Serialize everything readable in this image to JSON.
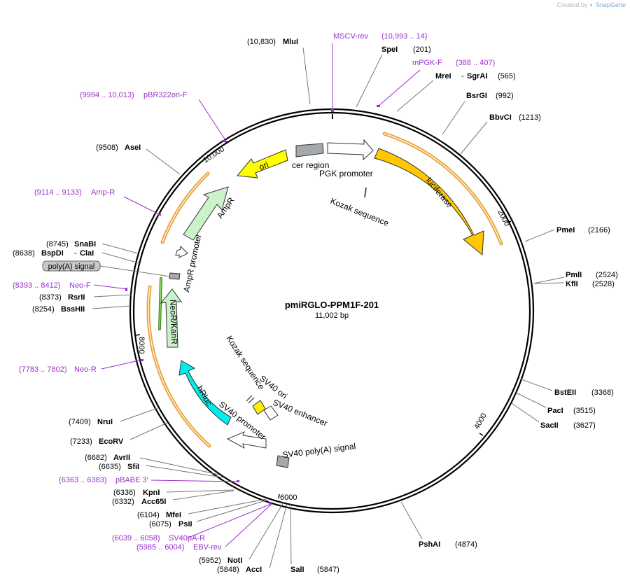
{
  "credit": {
    "prefix": "Created by",
    "brand": "SnapGene"
  },
  "plasmid": {
    "name": "pmiRGLO-PPM1F-201",
    "size": "11,002 bp"
  },
  "ticks": {
    "t10000": "10,000",
    "t2000": "2000",
    "t4000": "4000",
    "t6000": "6000",
    "t8000": "8000"
  },
  "enzymes_left": [
    {
      "pos": "(10,830)",
      "name": "MluI"
    },
    {
      "pos": "(9508)",
      "name": "AseI"
    },
    {
      "pos": "(8745)",
      "name": "SnaBI"
    },
    {
      "pos": "(8638)",
      "name": "BspDI",
      "extra": "ClaI"
    },
    {
      "pos": "(8373)",
      "name": "RsrII"
    },
    {
      "pos": "(8254)",
      "name": "BssHII"
    },
    {
      "pos": "(7409)",
      "name": "NruI"
    },
    {
      "pos": "(7233)",
      "name": "EcoRV"
    },
    {
      "pos": "(6682)",
      "name": "AvrII"
    },
    {
      "pos": "(6635)",
      "name": "SfiI"
    },
    {
      "pos": "(6336)",
      "name": "KpnI"
    },
    {
      "pos": "(6332)",
      "name": "Acc65I"
    },
    {
      "pos": "(6104)",
      "name": "MfeI"
    },
    {
      "pos": "(6075)",
      "name": "PsiI"
    },
    {
      "pos": "(5952)",
      "name": "NotI"
    },
    {
      "pos": "(5848)",
      "name": "AccI"
    }
  ],
  "enzymes_right": [
    {
      "name": "SpeI",
      "pos": "(201)"
    },
    {
      "name": "MreI",
      "extra": "SgrAI",
      "pos": "(565)"
    },
    {
      "name": "BsrGI",
      "pos": "(992)"
    },
    {
      "name": "BbvCI",
      "pos": "(1213)"
    },
    {
      "name": "PmeI",
      "pos": "(2166)"
    },
    {
      "name": "PmlI",
      "pos": "(2524)"
    },
    {
      "name": "KflI",
      "pos": "(2528)"
    },
    {
      "name": "BstEII",
      "pos": "(3368)"
    },
    {
      "name": "PacI",
      "pos": "(3515)"
    },
    {
      "name": "SacII",
      "pos": "(3627)"
    },
    {
      "name": "PshAI",
      "pos": "(4874)"
    },
    {
      "name": "SalI",
      "pos": "(5847)"
    }
  ],
  "primers": {
    "mscv": {
      "name": "MSCV-rev",
      "range": "(10,993 .. 14)"
    },
    "mpgk": {
      "name": "mPGK-F",
      "range": "(388 .. 407)"
    },
    "pbr": {
      "range": "(9994 .. 10,013)",
      "name": "pBR322ori-F"
    },
    "ampr": {
      "range": "(9114 .. 9133)",
      "name": "Amp-R"
    },
    "neof": {
      "range": "(8393 .. 8412)",
      "name": "Neo-F"
    },
    "neor": {
      "range": "(7783 .. 7802)",
      "name": "Neo-R"
    },
    "pbabe": {
      "range": "(6363 .. 6383)",
      "name": "pBABE 3'"
    },
    "sv40pa": {
      "range": "(6039 .. 6058)",
      "name": "SV40pA-R"
    },
    "ebv": {
      "range": "(5985 .. 6004)",
      "name": "EBV-rev"
    }
  },
  "features": {
    "cer": "cer region",
    "pgk": "PGK promoter",
    "kozak1": "Kozak sequence",
    "luciferase": "luciferase",
    "ori": "ori",
    "ampr": "AmpR",
    "ampr_promoter": "AmpR promoter",
    "polya": "poly(A) signal",
    "neokan": "NeoR/KanR",
    "kozak2": "Kozak sequence",
    "sv40ori": "SV40 ori",
    "sv40enh": "SV40 enhancer",
    "hrluc": "hRluc",
    "sv40prom": "SV40 promoter",
    "sv40pa": "SV40 poly(A) signal"
  },
  "colors": {
    "luciferase": "#ffc800",
    "ori": "#ffff00",
    "ampr": "#ccf2cc",
    "neokan": "#ccf2cc",
    "hrluc": "#00eeee",
    "sv40ori": "#ffee00",
    "cer": "#a5a9ad",
    "primer": "#9b30c9",
    "orf": "#e8a040"
  }
}
